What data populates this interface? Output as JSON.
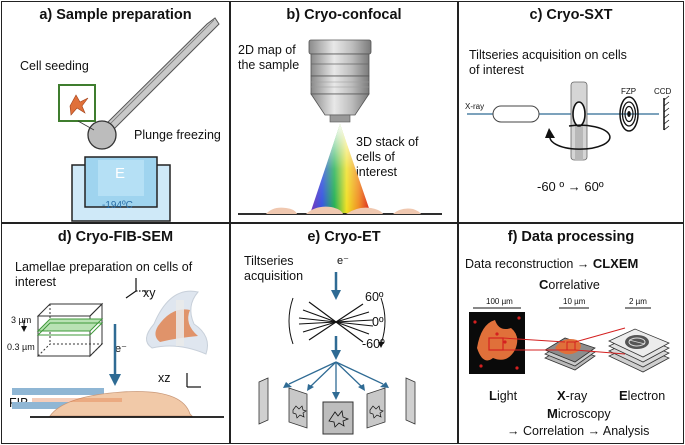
{
  "panels": {
    "a": {
      "title": "a) Sample preparation",
      "cell_seeding": "Cell seeding",
      "plunge_freezing": "Plunge freezing",
      "letter": "E",
      "temp": "-194ºC"
    },
    "b": {
      "title": "b) Cryo-confocal",
      "map_label": "2D map of\nthe sample",
      "stack_label": "3D stack of\ncells of\ninterest"
    },
    "c": {
      "title": "c) Cryo-SXT",
      "desc": "Tiltseries acquisition on cells\nof interest",
      "xray": "X-ray",
      "fzp": "FZP",
      "ccd": "CCD",
      "angles": "-60 º → 60º"
    },
    "d": {
      "title": "d) Cryo-FIB-SEM",
      "desc": "Lamellae preparation on cells of\ninterest",
      "dim1": "3 µm",
      "dim2": "0.3 µm",
      "eminus": "e⁻",
      "xy": "xy",
      "xz": "xz",
      "fib": "FIB"
    },
    "e": {
      "title": "e) Cryo-ET",
      "desc": "Tiltseries\nacquisition",
      "eminus": "e⁻",
      "a60": "60º",
      "a0": "0º",
      "am60": "-60º"
    },
    "f": {
      "title": "f) Data processing",
      "recon_prefix": "Data reconstruction → ",
      "recon_bold": "CLXEM",
      "correlative_initial": "C",
      "correlative_rest": "orrelative",
      "scale1": "100 µm",
      "scale2": "10 µm",
      "scale3": "2 µm",
      "light_initial": "L",
      "light_rest": "ight",
      "xray_initial": "X",
      "xray_rest": "-ray",
      "electron_initial": "E",
      "electron_rest": "lectron",
      "micro_initial": "M",
      "micro_rest": "icroscopy",
      "bottom": "→ Correlation → Analysis"
    }
  },
  "colors": {
    "arrow_blue": "#2f6b94",
    "cell_orange": "#e0703a",
    "cell_light": "#f2c9a8",
    "ice_blue": "#9fd4ef",
    "green_box": "#3f7d2e",
    "red": "#d42020"
  }
}
